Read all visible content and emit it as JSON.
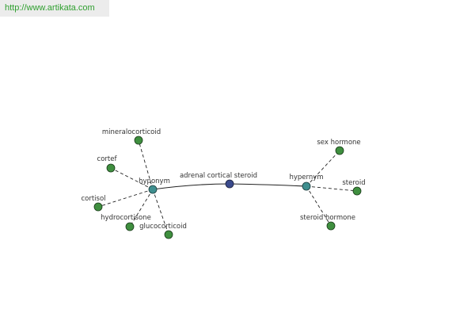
{
  "banner": {
    "url": "http://www.artikata.com"
  },
  "graph": {
    "center": "adrenal cortical steroid",
    "hyponym_hub": "hyponym",
    "hypernym_hub": "hypernym",
    "hyponyms": [
      "mineralocorticoid",
      "cortef",
      "cortisol",
      "hydrocortisone",
      "glucocorticoid"
    ],
    "hypernyms": [
      "sex hormone",
      "steroid",
      "steroid hormone"
    ]
  },
  "colors": {
    "center_node": "#3a4a8c",
    "hub_node": "#3f8f8f",
    "leaf_node": "#3f8f3f",
    "edge": "#222222",
    "banner_text": "#2e9f2e",
    "banner_bg": "#ececec"
  }
}
